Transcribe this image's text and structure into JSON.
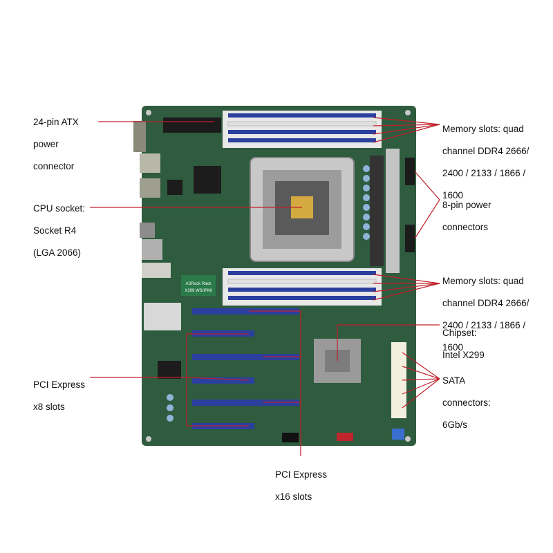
{
  "colors": {
    "pcb": "#2f5b3f",
    "pcb_dark": "#244a33",
    "dimm_blue": "#2b3f9e",
    "dimm_white": "#e8e8e8",
    "leader_line": "#c0202a",
    "chipset": "#9a9a9a",
    "heatsink": "#c4c4c4"
  },
  "board": {
    "brand_text": "ASRock Rack",
    "model_text": "X299 WS/IPMI"
  },
  "labels": {
    "atx": [
      "24-pin ATX",
      "power",
      "connector"
    ],
    "cpu": [
      "CPU socket:",
      "Socket R4",
      "(LGA 2066)"
    ],
    "pcie8": [
      "PCI Express",
      "x8 slots"
    ],
    "pcie16": [
      "PCI Express",
      "x16 slots"
    ],
    "mem_top": [
      "Memory slots: quad",
      "channel DDR4 2666/",
      "2400 / 2133 / 1866 /",
      "1600"
    ],
    "power8": [
      "8-pin power",
      "connectors"
    ],
    "mem_bottom": [
      "Memory slots: quad",
      "channel DDR4 2666/",
      "2400 / 2133 / 1866 /",
      "1600"
    ],
    "chipset": [
      "Chipset:",
      "Intel X299"
    ],
    "sata": [
      "SATA",
      "connectors:",
      "6Gb/s"
    ]
  }
}
